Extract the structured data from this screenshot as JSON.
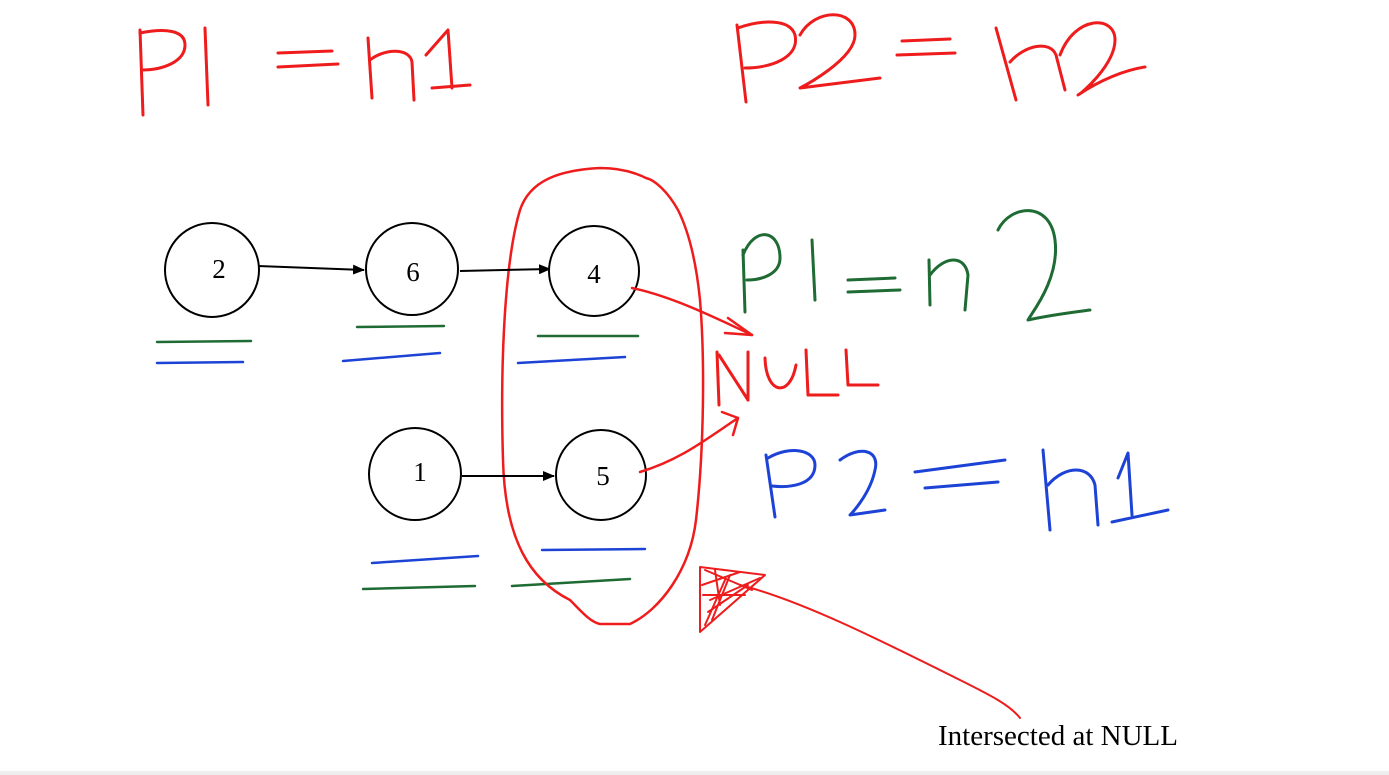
{
  "nodes": [
    {
      "id": "n2",
      "label": "2"
    },
    {
      "id": "n6",
      "label": "6"
    },
    {
      "id": "n4",
      "label": "4"
    },
    {
      "id": "n1",
      "label": "1"
    },
    {
      "id": "n5",
      "label": "5"
    }
  ],
  "handwritten": {
    "p1_init": "P1 = h1",
    "p2_init": "P2 = h2",
    "p1_switch": "P1 = h2",
    "p2_switch": "P2 = h1",
    "null_label": "NULL"
  },
  "caption": "Intersected at NULL",
  "colors": {
    "annotation_red": "#ee1c1c",
    "pointer1_green": "#1f6b34",
    "pointer2_blue": "#1d43d6",
    "node_stroke": "#000000"
  }
}
